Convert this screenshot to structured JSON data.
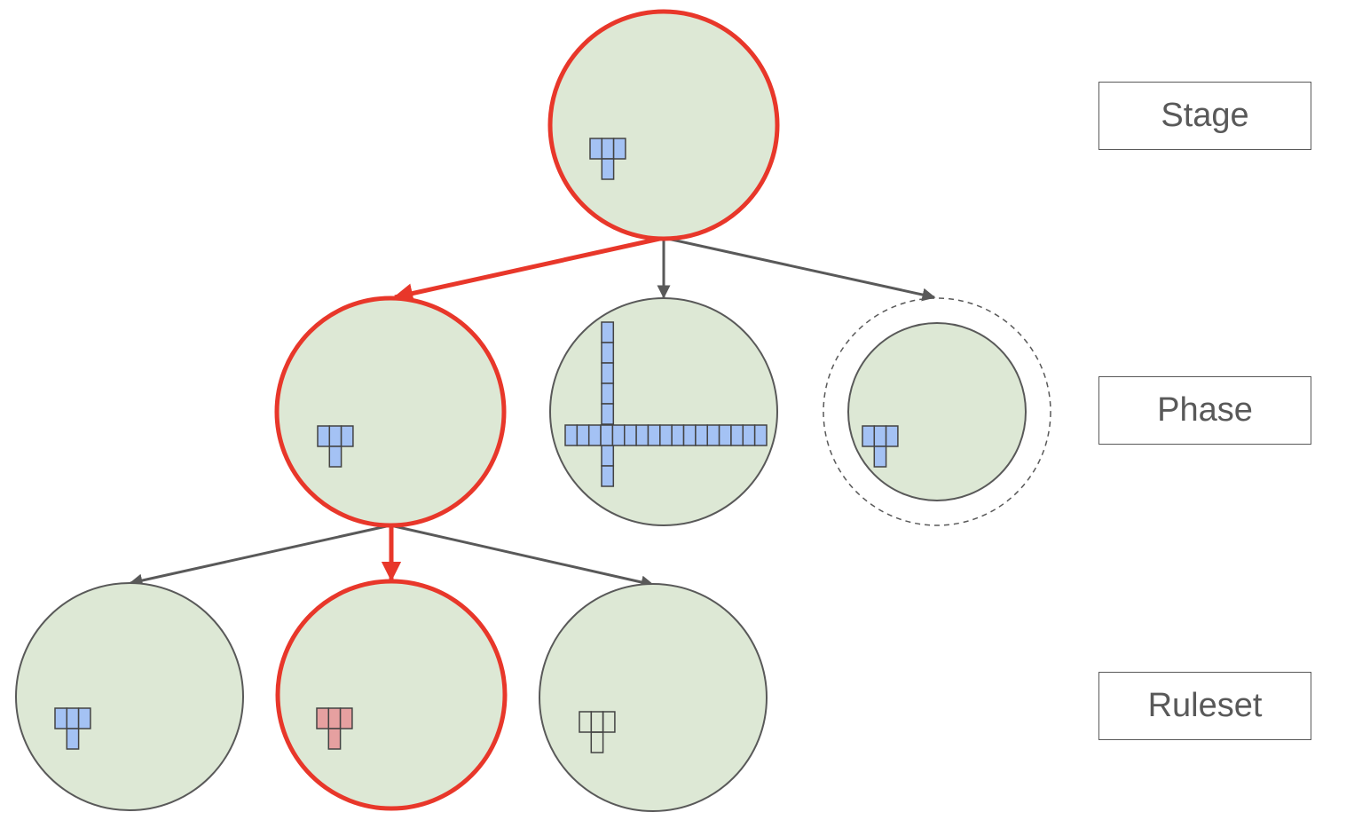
{
  "legend": {
    "stage": "Stage",
    "phase": "Phase",
    "ruleset": "Ruleset"
  },
  "colors": {
    "node_fill": "#dde8d5",
    "node_stroke": "#595959",
    "highlight": "#e8372a",
    "edge": "#595959",
    "cell_blue": "#a4c2f4",
    "cell_red": "#e6a0a0",
    "cell_stroke": "#434343"
  },
  "nodes": [
    {
      "id": "stage",
      "level": "stage",
      "highlighted": true,
      "glyph": "t-blue"
    },
    {
      "id": "phase-1",
      "level": "phase",
      "highlighted": true,
      "glyph": "t-blue"
    },
    {
      "id": "phase-2",
      "level": "phase",
      "highlighted": false,
      "glyph": "cross-blue"
    },
    {
      "id": "phase-3",
      "level": "phase",
      "highlighted": false,
      "dashed_ring": true,
      "glyph": "t-blue"
    },
    {
      "id": "ruleset-1",
      "level": "ruleset",
      "highlighted": false,
      "glyph": "t-blue"
    },
    {
      "id": "ruleset-2",
      "level": "ruleset",
      "highlighted": true,
      "glyph": "t-red"
    },
    {
      "id": "ruleset-3",
      "level": "ruleset",
      "highlighted": false,
      "glyph": "t-empty"
    }
  ],
  "edges": [
    {
      "from": "stage",
      "to": "phase-1",
      "highlighted": true
    },
    {
      "from": "stage",
      "to": "phase-2",
      "highlighted": false
    },
    {
      "from": "stage",
      "to": "phase-3",
      "highlighted": false
    },
    {
      "from": "phase-1",
      "to": "ruleset-1",
      "highlighted": false
    },
    {
      "from": "phase-1",
      "to": "ruleset-2",
      "highlighted": true
    },
    {
      "from": "phase-1",
      "to": "ruleset-3",
      "highlighted": false
    }
  ]
}
